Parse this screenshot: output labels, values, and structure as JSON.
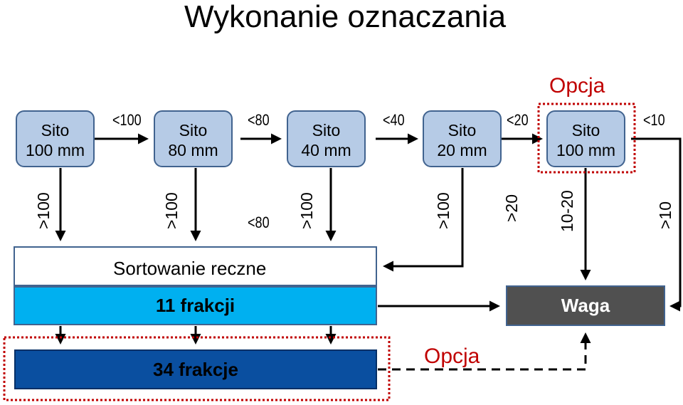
{
  "title": "Wykonanie oznaczania",
  "sieves": [
    {
      "line1": "Sito",
      "line2": "100 mm"
    },
    {
      "line1": "Sito",
      "line2": "80 mm"
    },
    {
      "line1": "Sito",
      "line2": "40 mm"
    },
    {
      "line1": "Sito",
      "line2": "20 mm"
    },
    {
      "line1": "Sito",
      "line2": "100 mm"
    }
  ],
  "flow_labels": {
    "lt100": "<100",
    "lt80_top": "<80",
    "lt40": "<40",
    "lt20": "<20",
    "lt10": "<10",
    "lt80_mid": "<80"
  },
  "vertical_labels": {
    "gt100_a": ">100",
    "gt100_b": ">100",
    "gt100_c": ">100",
    "gt100_d": ">100",
    "gt20": ">20",
    "r10_20": "10-20",
    "gt10": ">10"
  },
  "option_label": "Opcja",
  "boxes": {
    "manual": "Sortowanie reczne",
    "fractions11": "11 frakcji",
    "fractions34": "34 frakcje",
    "weight": "Waga"
  },
  "colors": {
    "sieve_fill": "#b6cbe6",
    "fractions11_fill": "#00b0f0",
    "fractions34_fill": "#0a4fa0",
    "weight_fill": "#505050",
    "option_red": "#c00000"
  }
}
